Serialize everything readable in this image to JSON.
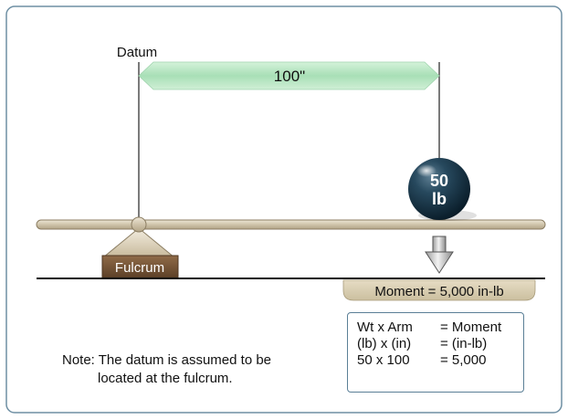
{
  "labels": {
    "datum": "Datum",
    "distance": "100\"",
    "weight_value": "50",
    "weight_unit": "lb",
    "fulcrum": "Fulcrum",
    "moment": "Moment = 5,000 in-lb"
  },
  "note": {
    "line1": "Note: The datum is assumed to be",
    "line2": "located at the fulcrum."
  },
  "calculation": {
    "rows": [
      {
        "left": "Wt x Arm",
        "right": "= Moment"
      },
      {
        "left": "(lb) x (in)",
        "right": "= (in-lb)"
      },
      {
        "left": "50 x 100",
        "right": "= 5,000"
      }
    ]
  },
  "colors": {
    "frame_border": "#6e8fa3",
    "arrow_fill": "#b9e6c4",
    "beam_fill": "#d7cdb8",
    "fulcrum_block": "#7a5a3c",
    "moment_banner": "#d9cfb6",
    "ball": "#1d3b4f"
  }
}
